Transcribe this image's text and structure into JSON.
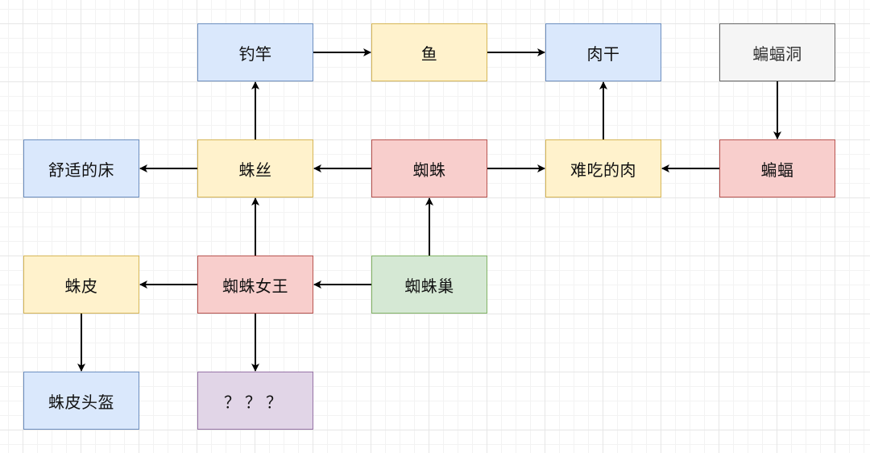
{
  "nodes": {
    "fishing_rod": "钓竿",
    "fish": "鱼",
    "jerky": "肉干",
    "bat_cave": "蝙蝠洞",
    "comfy_bed": "舒适的床",
    "silk": "蛛丝",
    "spider": "蜘蛛",
    "bad_meat": "难吃的肉",
    "bat": "蝙蝠",
    "spider_skin": "蛛皮",
    "spider_queen": "蜘蛛女王",
    "spider_nest": "蜘蛛巢",
    "skin_helmet": "蛛皮头盔",
    "unknown": "？？？"
  },
  "colors": {
    "blue_fill": "#dae8fc",
    "blue_stroke": "#6c8ebf",
    "yellow_fill": "#fff2cc",
    "yellow_stroke": "#d6b656",
    "red_fill": "#f8cecc",
    "red_stroke": "#b85450",
    "green_fill": "#d5e8d4",
    "green_stroke": "#82b366",
    "gray_fill": "#f5f5f5",
    "gray_stroke": "#666666",
    "purple_fill": "#e1d5e7",
    "purple_stroke": "#9673a6",
    "edge": "#000000"
  },
  "edges": [
    {
      "from": "fishing_rod",
      "to": "fish"
    },
    {
      "from": "fish",
      "to": "jerky"
    },
    {
      "from": "bat_cave",
      "to": "bat"
    },
    {
      "from": "silk",
      "to": "fishing_rod"
    },
    {
      "from": "silk",
      "to": "comfy_bed"
    },
    {
      "from": "spider",
      "to": "silk"
    },
    {
      "from": "spider",
      "to": "bad_meat"
    },
    {
      "from": "bad_meat",
      "to": "jerky"
    },
    {
      "from": "bat",
      "to": "bad_meat"
    },
    {
      "from": "spider_queen",
      "to": "silk"
    },
    {
      "from": "spider_queen",
      "to": "spider_skin"
    },
    {
      "from": "spider_queen",
      "to": "unknown"
    },
    {
      "from": "spider_nest",
      "to": "spider"
    },
    {
      "from": "spider_nest",
      "to": "spider_queen"
    },
    {
      "from": "spider_skin",
      "to": "skin_helmet"
    }
  ]
}
